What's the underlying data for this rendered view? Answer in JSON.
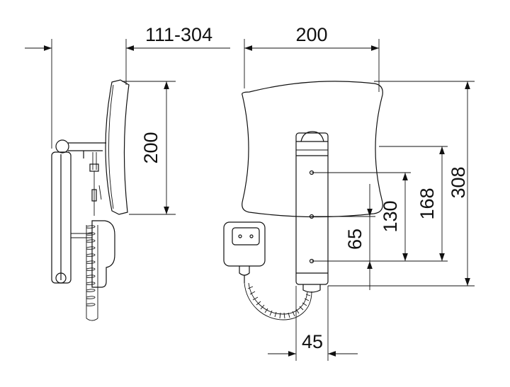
{
  "drawing": {
    "dimensions": {
      "side_depth": "111-304",
      "side_height": "200",
      "front_width": "200",
      "front_height": "308",
      "hole_168": "168",
      "hole_130": "130",
      "hole_65": "65",
      "bracket_width": "45"
    }
  }
}
